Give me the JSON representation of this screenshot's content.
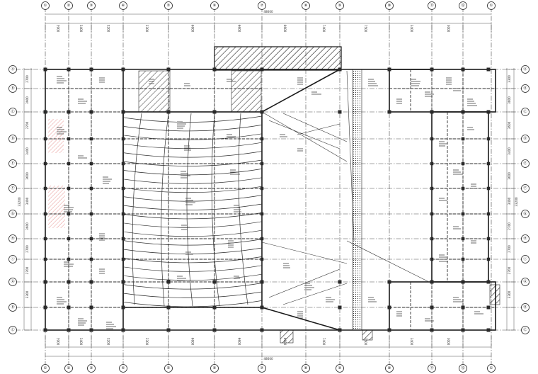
{
  "axes": {
    "vertical": [
      "①",
      "②",
      "③",
      "④",
      "⑤",
      "⑥",
      "⑦",
      "⑧",
      "⑨",
      "⑩",
      "⑪",
      "⑫"
    ],
    "horizontal": [
      "Ⓐ",
      "Ⓑ",
      "Ⓒ",
      "Ⓓ",
      "Ⓔ",
      "Ⓕ",
      "Ⓖ",
      "Ⓗ",
      "Ⓘ"
    ]
  },
  "dimensions": {
    "top_total": "48600",
    "top_segments": [
      "3900",
      "3400",
      "3200",
      "3300",
      "6600",
      "6600",
      "6600",
      "7400",
      "7500",
      "3400",
      "3000"
    ],
    "bottom_total": "48600",
    "bottom_segments": [
      "3900",
      "3400",
      "3200",
      "3300",
      "6600",
      "6600",
      "6600",
      "7400",
      "7500",
      "3400",
      "3000"
    ],
    "left_total": "33200",
    "left_segments": [
      "2700",
      "3900",
      "2700",
      "3400",
      "3600",
      "3400",
      "3600",
      "2700",
      "2700",
      "3300"
    ],
    "right_total": "33200",
    "right_segments": [
      "3300",
      "3000",
      "3600",
      "3400",
      "3600",
      "3400",
      "2700",
      "2700",
      "2700",
      "3300"
    ]
  },
  "colors": {
    "line": "#1a1a1a",
    "red_markup": "#d9534f"
  }
}
